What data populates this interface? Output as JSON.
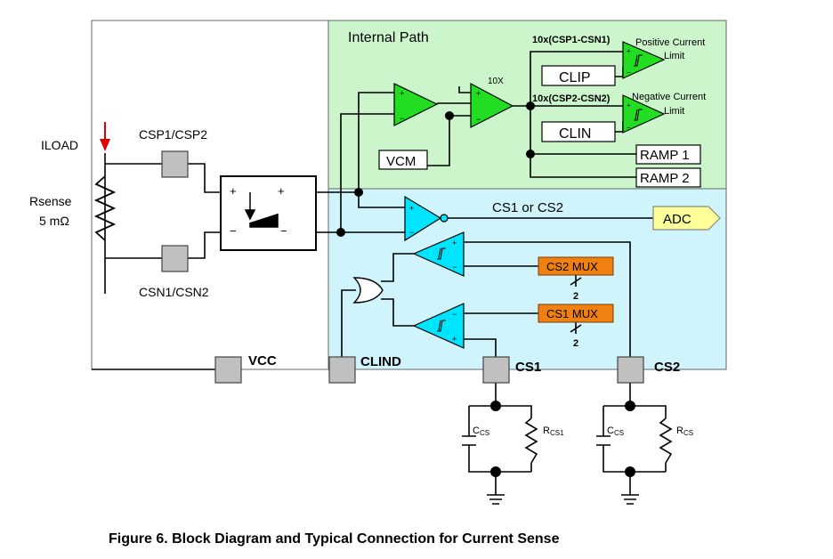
{
  "regions": {
    "internal_path": "Internal Path"
  },
  "labels": {
    "iload": "ILOAD",
    "rsense": "Rsense",
    "rsense_value": "5 mΩ",
    "csp": "CSP1/CSP2",
    "csn": "CSN1/CSN2",
    "gain_10x": "10X",
    "pos_diff": "10x(CSP1-CSN1)",
    "neg_diff": "10x(CSP2-CSN2)",
    "pos_limit_1": "Positive Current",
    "pos_limit_2": "Limit",
    "neg_limit_1": "Negative  Current",
    "neg_limit_2": "Limit",
    "clip": "CLIP",
    "clin": "CLIN",
    "ramp1": "RAMP 1",
    "ramp2": "RAMP 2",
    "vcm": "VCM",
    "cs_out": "CS1 or CS2",
    "adc": "ADC",
    "cs2_mux": "CS2 MUX",
    "cs1_mux": "CS1 MUX",
    "bus_width_1": "2",
    "bus_width_2": "2",
    "vcc": "VCC",
    "clind": "CLIND",
    "cs1": "CS1",
    "cs2": "CS2",
    "plus": "+",
    "minus": "−",
    "ccs": "C",
    "ccs_sub": "CS",
    "rcs1": "R",
    "rcs1_sub": "CS1",
    "rcs": "R",
    "rcs_sub": "CS"
  },
  "caption": "Figure 6. Block Diagram and Typical Connection for Current Sense",
  "colors": {
    "green_region": "#ccf5cc",
    "blue_region": "#cff4fb",
    "green_amp": "#22dd22",
    "cyan_amp": "#00e5ff",
    "mux": "#f08010",
    "adc": "#ffff99",
    "pin": "#c0c0c0",
    "arrow": "#e00000"
  }
}
